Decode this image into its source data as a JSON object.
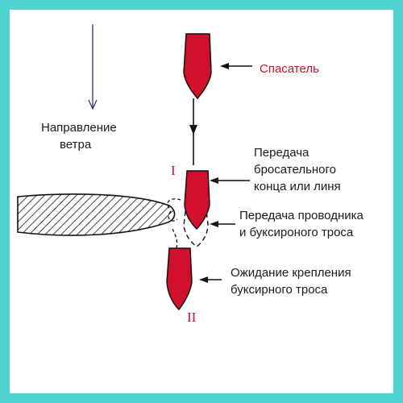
{
  "labels": {
    "rescuer": "Спасатель",
    "wind_line1": "Направление",
    "wind_line2": "ветра",
    "pass_line_1": "Передача",
    "pass_line_2": "бросательного",
    "pass_line_3": "конца или линя",
    "pass_conductor_1": "Передача проводника",
    "pass_conductor_2": "и буксироного троса",
    "wait_1": "Ожидание крепления",
    "wait_2": "буксирного троса",
    "pos_one": "I",
    "pos_two": "II"
  },
  "colors": {
    "frame": "#4fd3cf",
    "boat": "#d0102c",
    "rescuer_text": "#c8102e",
    "wind_arrow": "#4a2a7a"
  }
}
